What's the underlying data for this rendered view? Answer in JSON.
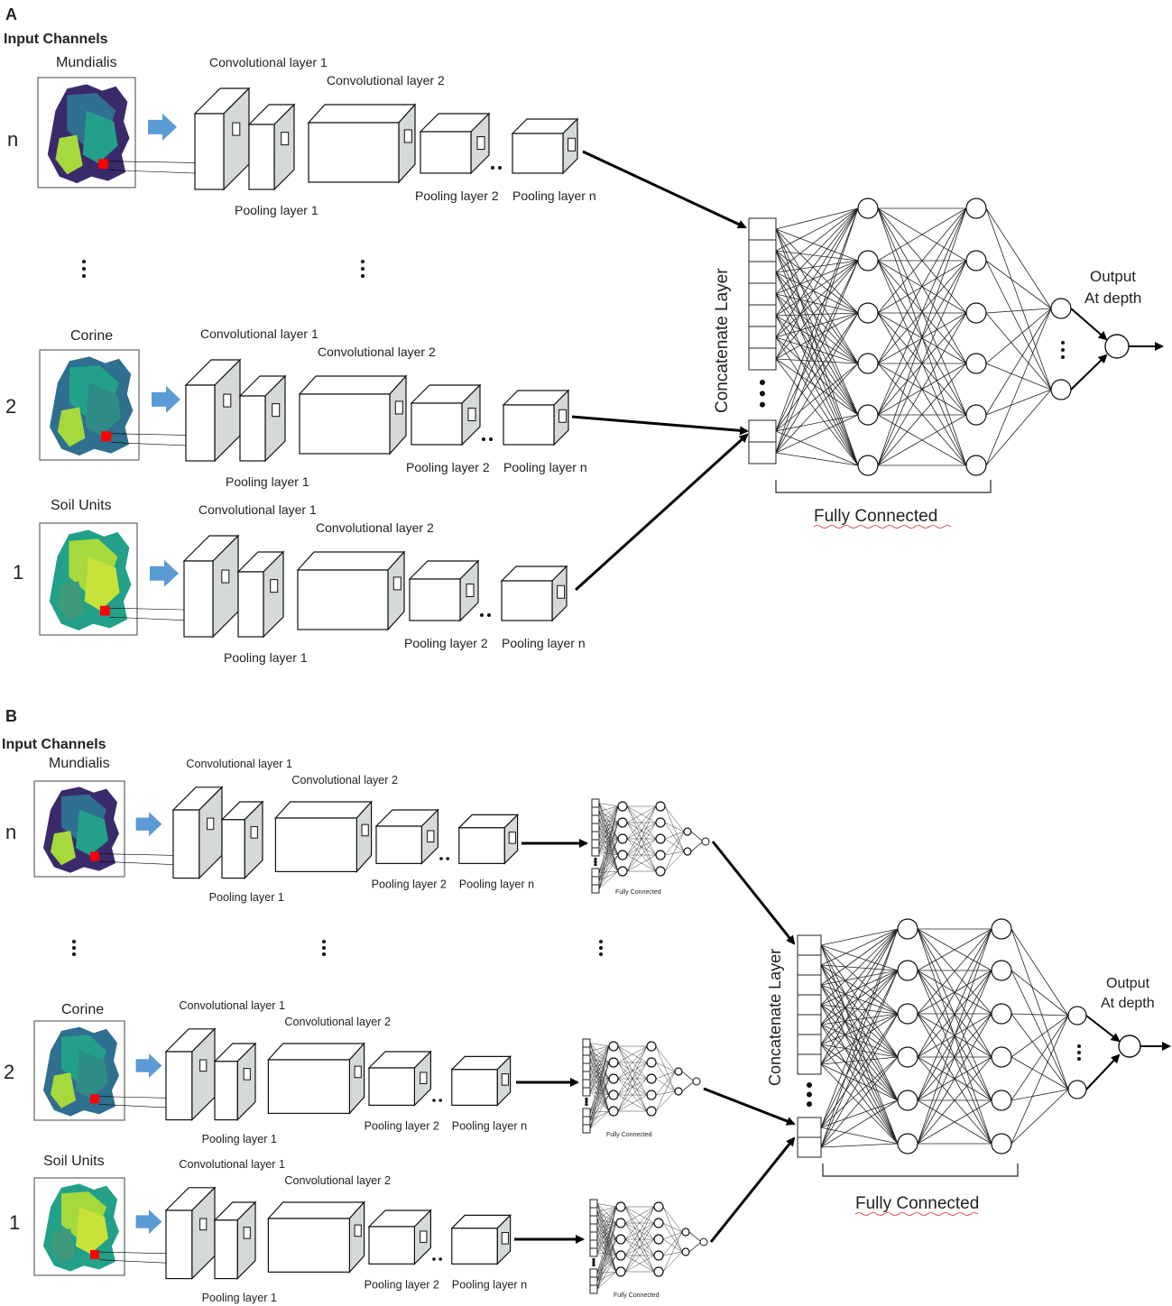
{
  "panels": [
    {
      "letter": "A",
      "input_title": "Input Channels",
      "channels": [
        {
          "index": "n",
          "name": "Mundialis"
        },
        {
          "index": "2",
          "name": "Corine"
        },
        {
          "index": "1",
          "name": "Soil Units"
        }
      ],
      "conv1": "Convolutional layer 1",
      "conv2": "Convolutional layer 2",
      "pool1": "Pooling layer 1",
      "pool2": "Pooling layer 2",
      "pooln": "Pooling layer n",
      "concat": "Concatenate Layer",
      "fully_connected": "Fully Connected",
      "output_line1": "Output",
      "output_line2": "At depth"
    },
    {
      "letter": "B",
      "input_title": "Input Channels",
      "channels": [
        {
          "index": "n",
          "name": "Mundialis"
        },
        {
          "index": "2",
          "name": "Corine"
        },
        {
          "index": "1",
          "name": "Soil Units"
        }
      ],
      "conv1": "Convolutional layer 1",
      "conv2": "Convolutional layer 2",
      "pool1": "Pooling layer 1",
      "pool2": "Pooling layer 2",
      "pooln": "Pooling layer n",
      "mini_fc": "Fully Connected",
      "concat": "Concatenate Layer",
      "fully_connected": "Fully Connected",
      "output_line1": "Output",
      "output_line2": "At depth"
    }
  ],
  "colors": {
    "map_dark": "#3b2a6b",
    "map_mid": "#2f6f8f",
    "map_teal": "#23a08a",
    "map_light": "#a6d93c",
    "highlight": "#ff0000",
    "arrow_blue": "#5b9bd5",
    "box_face": "#ffffff",
    "box_side": "#d5d9da"
  }
}
